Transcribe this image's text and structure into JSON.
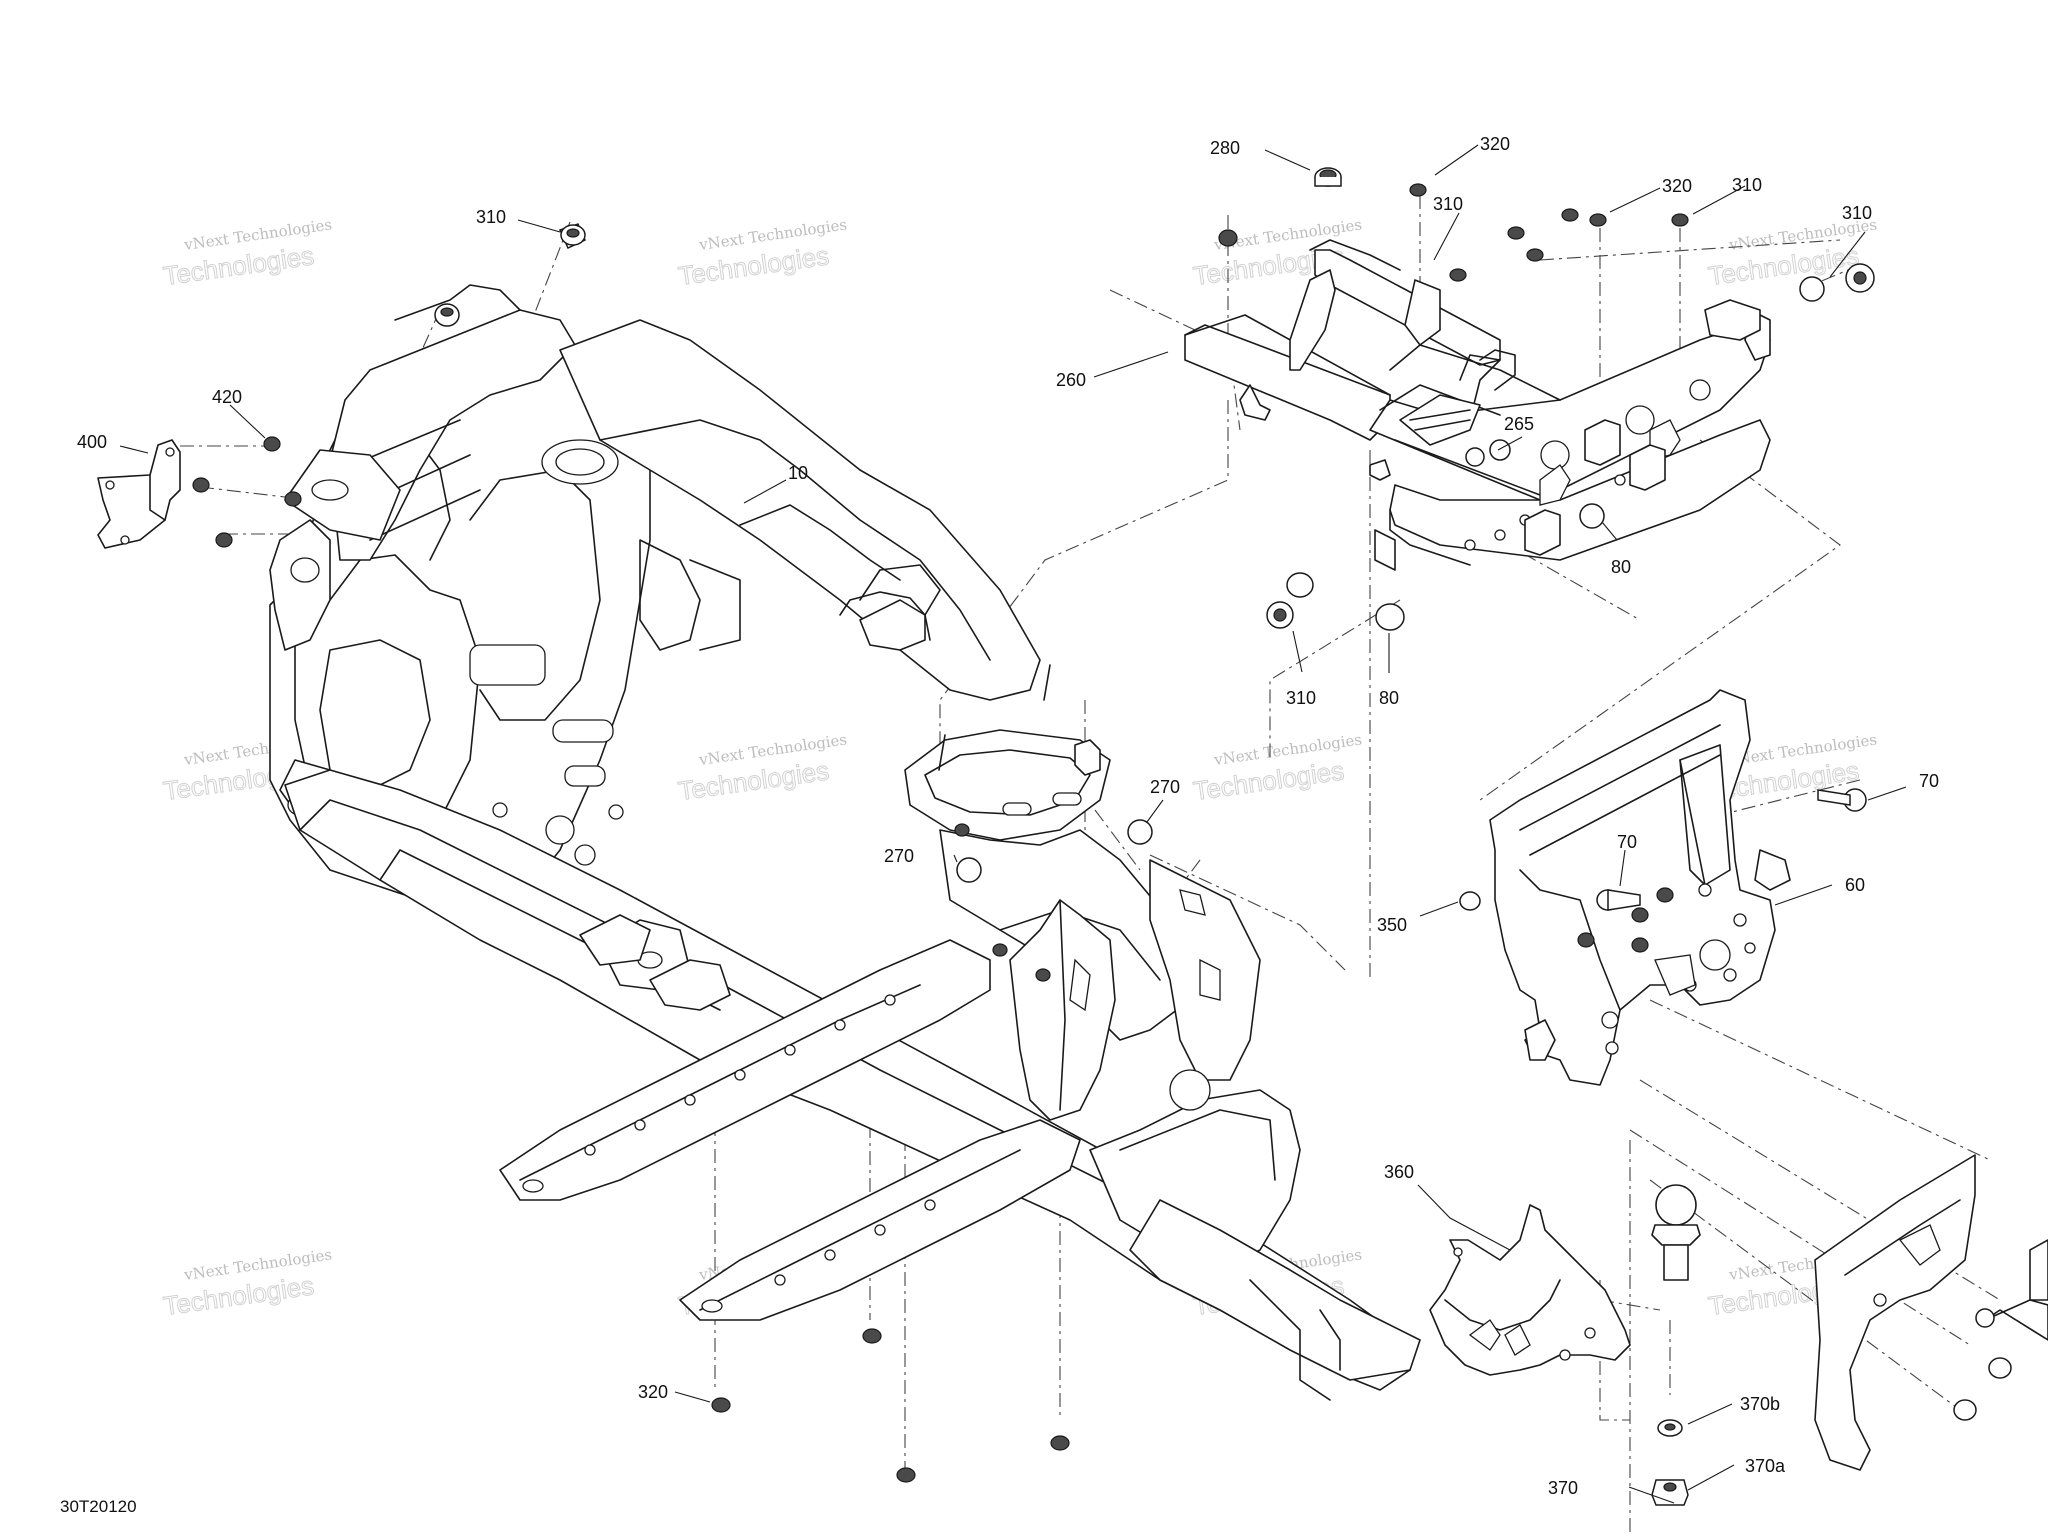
{
  "diagram": {
    "reference_code": "30T20120",
    "watermark": {
      "line1": "vNext Technologies",
      "line2": "Technologies"
    },
    "callouts": [
      {
        "id": "c1",
        "label": "280"
      },
      {
        "id": "c2",
        "label": "320"
      },
      {
        "id": "c3",
        "label": "320"
      },
      {
        "id": "c4",
        "label": "310"
      },
      {
        "id": "c5",
        "label": "310"
      },
      {
        "id": "c6",
        "label": "310"
      },
      {
        "id": "c7",
        "label": "310"
      },
      {
        "id": "c8",
        "label": "260"
      },
      {
        "id": "c9",
        "label": "265"
      },
      {
        "id": "c10",
        "label": "80"
      },
      {
        "id": "c11",
        "label": "310"
      },
      {
        "id": "c12",
        "label": "80"
      },
      {
        "id": "c13",
        "label": "420"
      },
      {
        "id": "c14",
        "label": "400"
      },
      {
        "id": "c15",
        "label": "10"
      },
      {
        "id": "c16",
        "label": "270"
      },
      {
        "id": "c17",
        "label": "270"
      },
      {
        "id": "c18",
        "label": "70"
      },
      {
        "id": "c19",
        "label": "70"
      },
      {
        "id": "c20",
        "label": "60"
      },
      {
        "id": "c21",
        "label": "350"
      },
      {
        "id": "c22",
        "label": "360"
      },
      {
        "id": "c23",
        "label": "370b"
      },
      {
        "id": "c24",
        "label": "370a"
      },
      {
        "id": "c25",
        "label": "370"
      },
      {
        "id": "c26",
        "label": "320"
      }
    ]
  }
}
